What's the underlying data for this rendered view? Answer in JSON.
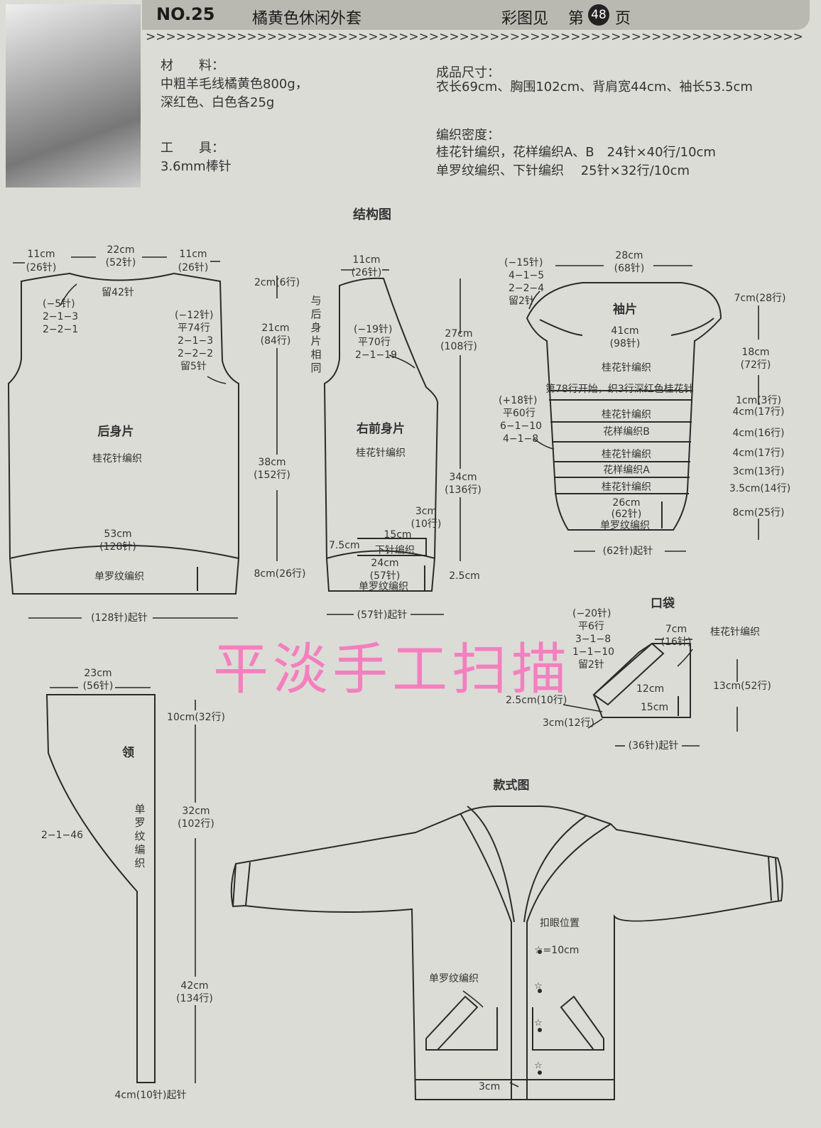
{
  "header": {
    "no": "NO.25",
    "title": "橘黄色休闲外套",
    "see": "彩图见",
    "page_prefix": "第",
    "page_num": "48",
    "page_suffix": "页"
  },
  "chevrons": ">>>>>>>>>>>>>>>>>>>>>>>>>>>>>>>>>>>>>>>>>>>>>>>>>>>>>>>>>>>>>>>>>>>>>>",
  "materials": {
    "label": "材　　料：",
    "line1": "中粗羊毛线橘黄色800g，",
    "line2": "深红色、白色各25g"
  },
  "tools": {
    "label": "工　　具：",
    "value": "3.6mm棒针"
  },
  "size": {
    "label": "成品尺寸：",
    "value": "衣长69cm、胸围102cm、背肩宽44cm、袖长53.5cm"
  },
  "gauge": {
    "label": "编织密度：",
    "line1": "桂花针编织，花样编织A、B　24针×40行/10cm",
    "line2": "单罗纹编织、下针编织　 25针×32行/10cm"
  },
  "titles": {
    "structure": "结构图",
    "pocket": "口袋",
    "style": "款式图"
  },
  "back": {
    "top_left": "11cm",
    "top_left_st": "(26针)",
    "top_mid": "22cm",
    "top_mid_st": "(52针)",
    "top_right": "11cm",
    "top_right_st": "(26针)",
    "leave": "留42针",
    "neck1": "(−5针)",
    "neck2": "2−1−3",
    "neck3": "2−2−1",
    "arm1": "(−12针)",
    "arm2": "平74行",
    "arm3": "2−1−3",
    "arm4": "2−2−2",
    "arm5": "留5针",
    "name": "后身片",
    "stitch": "桂花针编织",
    "width": "53cm",
    "width_st": "(128针)",
    "rib": "单罗纹编织",
    "cast": "(128针)起针"
  },
  "mid_dims": {
    "d1": "2cm(6行)",
    "d2": "21cm",
    "d2r": "(84行)",
    "d3": "38cm",
    "d3r": "(152行)",
    "d4": "8cm(26行)"
  },
  "front": {
    "top": "11cm",
    "top_st": "(26针)",
    "side_note": "与后身片相同",
    "arm1": "(−19针)",
    "arm2": "平70行",
    "arm3": "2−1−19",
    "name": "右前身片",
    "stitch": "桂花针编织",
    "d27": "27cm",
    "d27r": "(108行)",
    "d34": "34cm",
    "d34r": "(136行)",
    "p3": "3cm",
    "p3r": "(10行)",
    "p75": "7.5cm",
    "p15": "15cm",
    "pknit": "下针编织",
    "w24": "24cm",
    "w24st": "(57针)",
    "rib": "单罗纹编织",
    "d25": "2.5cm",
    "cast": "(57针)起针"
  },
  "sleeve": {
    "top": "28cm",
    "top_st": "(68针)",
    "cap1": "(−15针)",
    "cap2": "4−1−5",
    "cap3": "2−2−4",
    "cap4": "留2针",
    "name": "袖片",
    "w41": "41cm",
    "w41st": "(98针)",
    "s1": "桂花针编织",
    "note": "第78行开始，织3行深红色桂花针",
    "inc1": "(+18针)",
    "inc2": "平60行",
    "inc3": "6−1−10",
    "inc4": "4−1−8",
    "s2": "桂花针编织",
    "s3": "花样编织B",
    "s4": "桂花针编织",
    "s5": "花样编织A",
    "s6": "桂花针编织",
    "w26": "26cm",
    "w26st": "(62针)",
    "rib": "单罗纹编织",
    "cast": "(62针)起针",
    "r1": "7cm(28行)",
    "r2": "18cm",
    "r2r": "(72行)",
    "r3": "1cm(3行)",
    "r4": "4cm(17行)",
    "r5": "4cm(16行)",
    "r6": "4cm(17行)",
    "r7": "3cm(13行)",
    "r8": "3.5cm(14行)",
    "r9": "8cm(25行)"
  },
  "pocket": {
    "d1": "(−20针)",
    "d2": "平6行",
    "d3": "3−1−8",
    "d4": "1−1−10",
    "d5": "留2针",
    "w7": "7cm",
    "w7st": "(16针)",
    "stitch": "桂花针编织",
    "h13": "13cm(52行)",
    "c12": "12cm",
    "c15": "15cm",
    "e25": "2.5cm(10行)",
    "e3": "3cm(12行)",
    "cast": "(36针)起针"
  },
  "collar": {
    "w23": "23cm",
    "w23st": "(56针)",
    "name": "领",
    "rib": "单罗纹编织",
    "dec": "2−1−46",
    "h10": "10cm(32行)",
    "h32": "32cm",
    "h32r": "(102行)",
    "h42": "42cm",
    "h42r": "(134行)",
    "cast": "4cm(10针)起针"
  },
  "style": {
    "button": "扣眼位置",
    "star": "☆=10cm",
    "rib": "单罗纹编织",
    "hem": "3cm"
  },
  "watermark": "平淡手工扫描"
}
